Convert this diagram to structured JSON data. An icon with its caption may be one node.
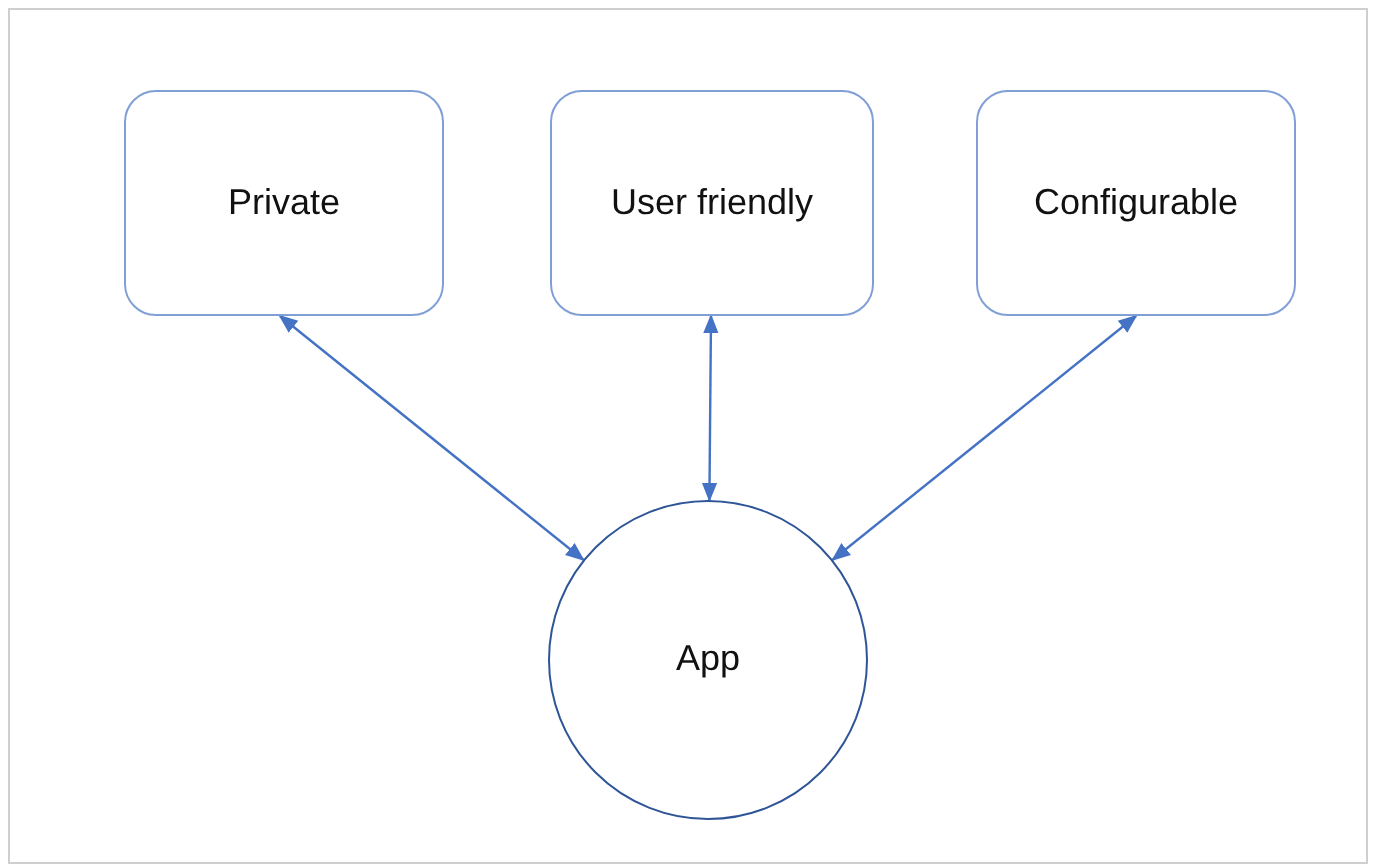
{
  "diagram": {
    "nodes": [
      {
        "text": [
          "Private"
        ]
      },
      {
        "text": [
          "User friendly"
        ]
      },
      {
        "text": [
          "Configurable"
        ]
      },
      {
        "text": [
          "App"
        ]
      }
    ],
    "edges": [
      {
        "from": 0,
        "to": 3,
        "arrow": "both"
      },
      {
        "from": 1,
        "to": 3,
        "arrow": "both"
      },
      {
        "from": 2,
        "to": 3,
        "arrow": "both"
      }
    ]
  }
}
